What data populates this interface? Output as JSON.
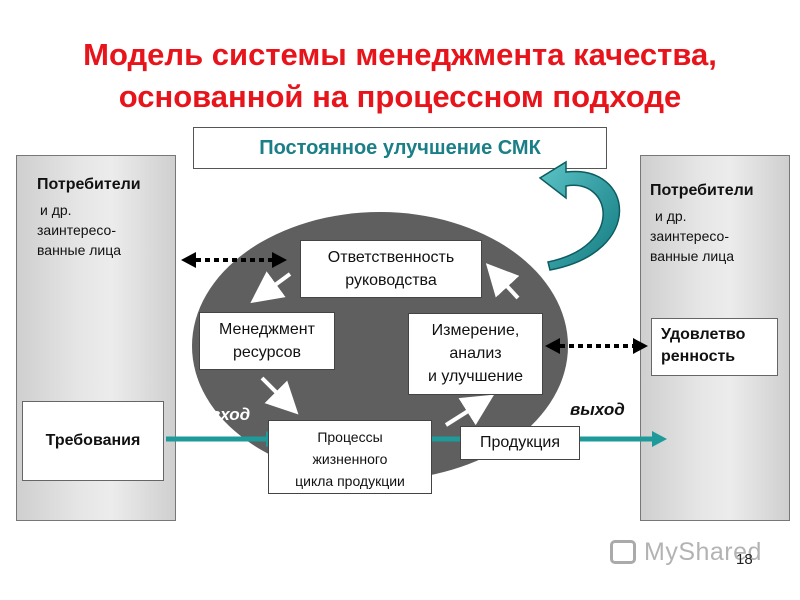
{
  "title": {
    "line1": "Модель системы менеджмента качества,",
    "line2": "основанной на процессном подходе"
  },
  "improvement": "Постоянное улучшение СМК",
  "left_panel": {
    "heading": "Потребители",
    "line2": "и др.",
    "line3": "заинтересо-",
    "line4": "ванные лица",
    "requirements": "Требования"
  },
  "right_panel": {
    "heading": "Потребители",
    "line2": "и др.",
    "line3": "заинтересо-",
    "line4": "ванные лица",
    "satisfaction_line1": "Удовлетво",
    "satisfaction_line2": "ренность"
  },
  "processes": {
    "responsibility_line1": "Ответственность",
    "responsibility_line2": "руководства",
    "resources_line1": "Менеджмент",
    "resources_line2": "ресурсов",
    "measurement_line1": "Измерение,",
    "measurement_line2": "анализ",
    "measurement_line3": "и улучшение",
    "lifecycle_line1": "Процессы",
    "lifecycle_line2": "жизненного",
    "lifecycle_line3": "цикла продукции"
  },
  "input_label": "вход",
  "output_label": "выход",
  "product": "Продукция",
  "watermark": "MyShared",
  "page_number": "18",
  "colors": {
    "title": "#e8141b",
    "oval": "#5f5f5f",
    "teal": "#1f9a9a",
    "panel": "#d9d9d9"
  }
}
